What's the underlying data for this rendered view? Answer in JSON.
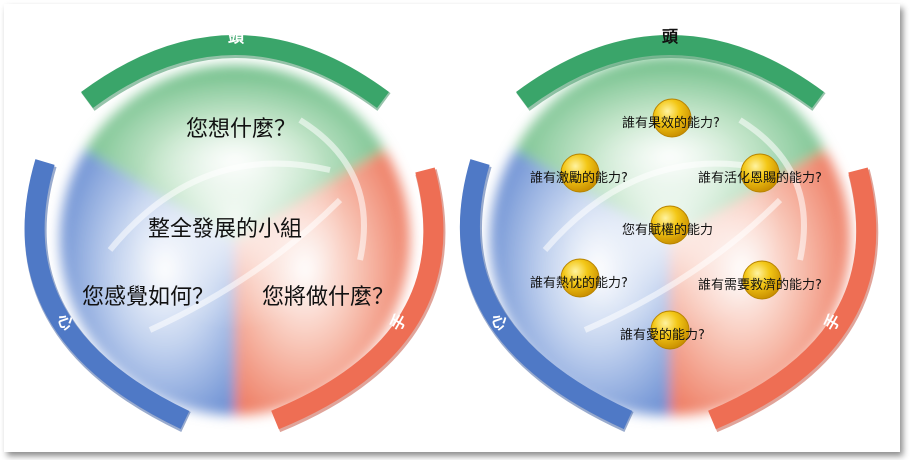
{
  "colors": {
    "green": "#3aa56a",
    "red": "#ee6e54",
    "blue": "#4f79c6",
    "ball": "#f1c20c"
  },
  "left": {
    "arc_labels": {
      "head": "頭",
      "heart": "心",
      "hand": "手"
    },
    "title": "整全發展的小組",
    "top_q": "您想什麼？",
    "left_q": "您感覺如何？",
    "right_q": "您將做什麼？"
  },
  "right": {
    "arc_labels": {
      "head": "頭",
      "heart": "心",
      "hand": "手"
    },
    "items": [
      "誰有果效的能力?",
      "誰有激勵的能力?",
      "誰有活化恩賜的能力?",
      "您有賦權的能力",
      "誰有熱忱的能力?",
      "誰有需要救濟的能力?",
      "誰有愛的能力?"
    ]
  }
}
